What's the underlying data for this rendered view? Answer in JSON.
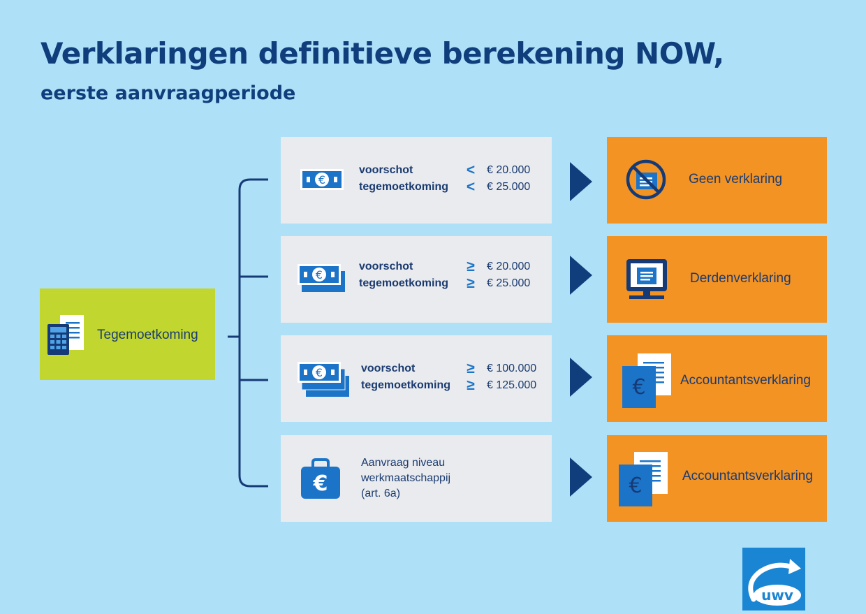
{
  "header": {
    "title": "Verklaringen definitieve berekening NOW,",
    "subtitle": "eerste aanvraagperiode"
  },
  "source": {
    "label": "Tegemoetkoming"
  },
  "rows": [
    {
      "lines": [
        "voorschot",
        "tegemoetkoming"
      ],
      "comparators": [
        "<",
        "<"
      ],
      "amounts": [
        "€ 20.000",
        "€ 25.000"
      ],
      "result": "Geen verklaring"
    },
    {
      "lines": [
        "voorschot",
        "tegemoetkoming"
      ],
      "comparators": [
        "≥",
        "≥"
      ],
      "amounts": [
        "€ 20.000",
        "€ 25.000"
      ],
      "result": "Derdenverklaring"
    },
    {
      "lines": [
        "voorschot",
        "tegemoetkoming"
      ],
      "comparators": [
        "≥",
        "≥"
      ],
      "amounts": [
        "€ 100.000",
        "€ 125.000"
      ],
      "result": "Accountantsverklaring"
    },
    {
      "note": [
        "Aanvraag niveau",
        "werkmaatschappij",
        "(art. 6a)"
      ],
      "result": "Accountantsverklaring"
    }
  ],
  "logo": {
    "text": "uwv"
  },
  "colors": {
    "background": "#aee0f8",
    "navy": "#103e7c",
    "blue": "#1c74c8",
    "green": "#c1d72f",
    "orange": "#f39323",
    "grey": "#e9ebee"
  }
}
